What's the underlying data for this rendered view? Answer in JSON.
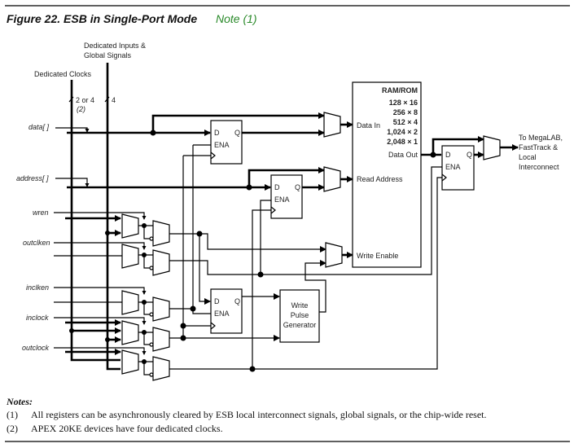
{
  "figure": {
    "title": "Figure 22. ESB in Single-Port Mode",
    "note_ref": "Note (1)"
  },
  "labels": {
    "dedicated_inputs_1": "Dedicated Inputs &",
    "dedicated_inputs_2": "Global Signals",
    "dedicated_clocks": "Dedicated Clocks",
    "clock_width": "2 or 4",
    "clock_width_note": "(2)",
    "inputs_width": "4"
  },
  "signals": {
    "data": "data[ ]",
    "address": "address[ ]",
    "wren": "wren",
    "outclken": "outclken",
    "inclken": "inclken",
    "inclock": "inclock",
    "outclock": "outclock"
  },
  "register": {
    "d": "D",
    "q": "Q",
    "ena": "ENA"
  },
  "ram": {
    "title": "RAM/ROM",
    "configs": [
      "128 × 16",
      "256 × 8",
      "512 × 4",
      "1,024 × 2",
      "2,048 × 1"
    ],
    "data_in": "Data In",
    "read_address": "Read Address",
    "write_enable": "Write Enable",
    "data_out": "Data Out"
  },
  "write_pulse": [
    "Write",
    "Pulse",
    "Generator"
  ],
  "output": [
    "To MegaLAB,",
    "FastTrack &",
    "Local",
    "Interconnect"
  ],
  "notes": {
    "heading": "Notes:",
    "items": [
      {
        "num": "(1)",
        "text": "All registers can be asynchronously cleared by ESB local interconnect signals, global signals, or the chip-wide reset."
      },
      {
        "num": "(2)",
        "text": "APEX 20KE devices have four dedicated clocks."
      }
    ]
  }
}
